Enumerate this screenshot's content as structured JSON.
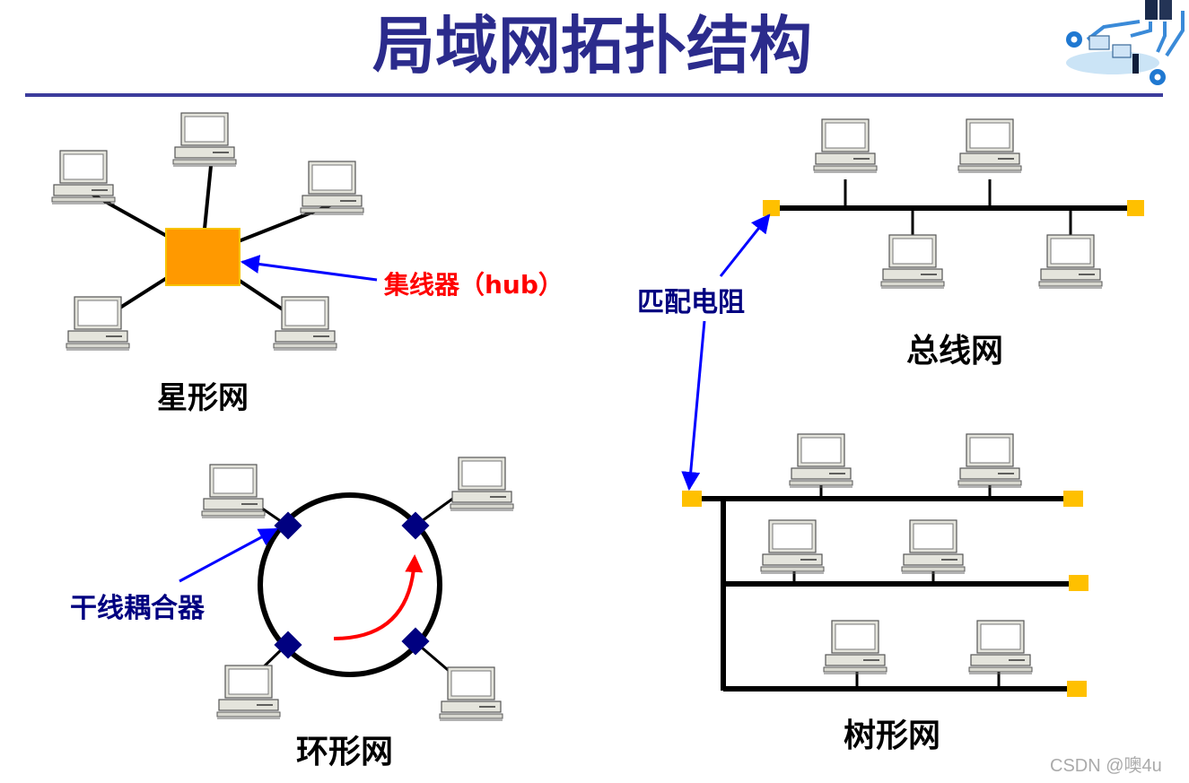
{
  "title": "局域网拓扑结构",
  "star": {
    "label": "星形网",
    "hub_label": "集线器（hub）"
  },
  "ring": {
    "label": "环形网",
    "coupler_label": "干线耦合器"
  },
  "bus": {
    "label": "总线网",
    "terminator_label": "匹配电阻"
  },
  "tree": {
    "label": "树形网"
  },
  "watermark": "CSDN @噢4u",
  "colors": {
    "title": "#2b2b8c",
    "rule": "#3c3c9c",
    "hub": "#ff9900",
    "terminator": "#ffc000",
    "coupler": "#000080",
    "arrow_blue": "#0000ff",
    "arrow_red": "#ff0000",
    "hub_label": "#ff0000",
    "terminator_label": "#000080",
    "coupler_label": "#000080"
  }
}
